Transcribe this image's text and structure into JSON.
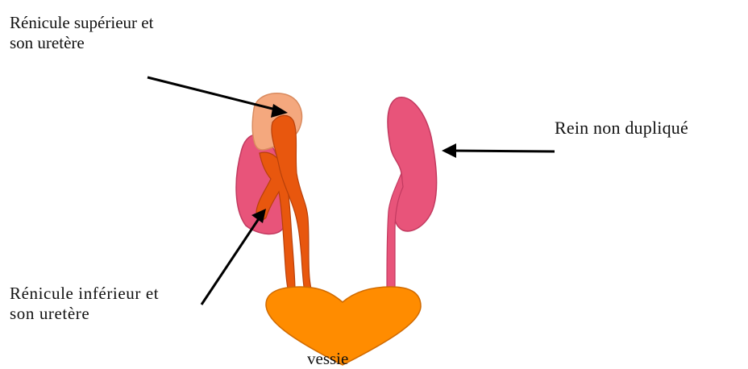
{
  "labels": {
    "upper_renicule_line1": "Rénicule supérieur et",
    "upper_renicule_line2": "son uretère",
    "non_duplicated_kidney": "Rein non dupliqué",
    "lower_renicule_line1": "Rénicule inférieur et",
    "lower_renicule_line2": "son uretère",
    "bladder": "vessie"
  },
  "colors": {
    "kidney_pink": "#e8547a",
    "kidney_outline": "#c23a60",
    "upper_renicule_peach": "#f4a87e",
    "ureter_orange": "#e8570e",
    "ureter_outline": "#b8400a",
    "bladder_orange": "#ff8c00",
    "bladder_outline": "#d06a00",
    "arrow_black": "#000000"
  }
}
